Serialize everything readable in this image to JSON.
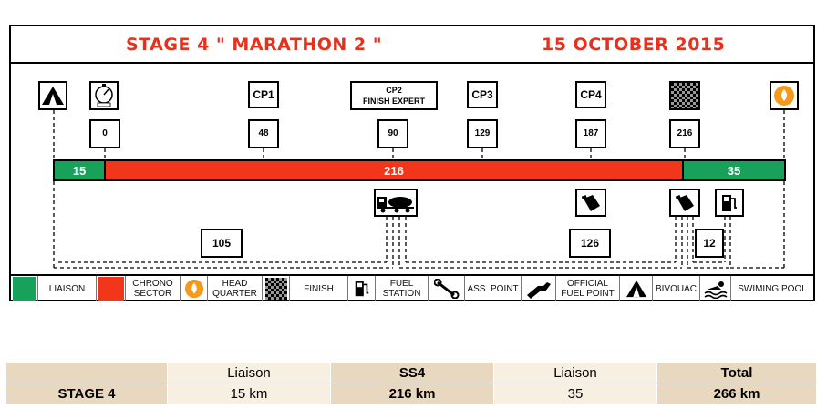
{
  "header": {
    "stage_title": "STAGE 4 \" MARATHON 2 \"",
    "date": "15 OCTOBER 2015"
  },
  "checkpoints": {
    "dep_km": "0",
    "cp1_label": "CP1",
    "cp1_km": "48",
    "cp2_label": "CP2",
    "cp2_sub": "FINISH EXPERT",
    "cp2_km": "90",
    "cp3_label": "CP3",
    "cp3_km": "129",
    "cp4_label": "CP4",
    "cp4_km": "187",
    "finish_km": "216"
  },
  "bar": {
    "liaison_start": "15",
    "chrono": "216",
    "liaison_end": "35"
  },
  "lower_distances": {
    "d1": "105",
    "d2": "126",
    "d3": "12"
  },
  "legend": {
    "liaison": "LIAISON",
    "chrono_sector": "CHRONO SECTOR",
    "head_quarter": "HEAD QUARTER",
    "finish": "FINISH",
    "fuel_station": "FUEL STATION",
    "ass_point": "ASS. POINT",
    "official_fuel_point": "OFFICIAL FUEL POINT",
    "bivouac": "BIVOUAC",
    "swimming_pool": "SWIMING POOL"
  },
  "colors": {
    "title_red": "#e8301c",
    "liaison_green": "#18a15a",
    "chrono_red": "#f2361b",
    "table_tan": "#e7d8bf",
    "table_cream": "#f7efe1"
  },
  "icons": {
    "dep": "dep-stopwatch-icon",
    "bivouac": "tent-icon",
    "finish": "checkered-flag-icon",
    "head_quarter": "flame-icon",
    "assistance_truck": "truck-icon",
    "fuel_pump": "fuel-pump-icon",
    "fuel_can": "fuel-can-icon",
    "wrench": "wrench-icon",
    "fuel_nozzle": "fuel-nozzle-icon",
    "swimmer": "swimmer-icon"
  },
  "summary": {
    "headers": [
      "",
      "Liaison",
      "SS4",
      "Liaison",
      "Total"
    ],
    "row_label": "STAGE 4",
    "liaison1": "15 km",
    "ss4": "216 km",
    "liaison2": "35",
    "total": "266 km"
  }
}
